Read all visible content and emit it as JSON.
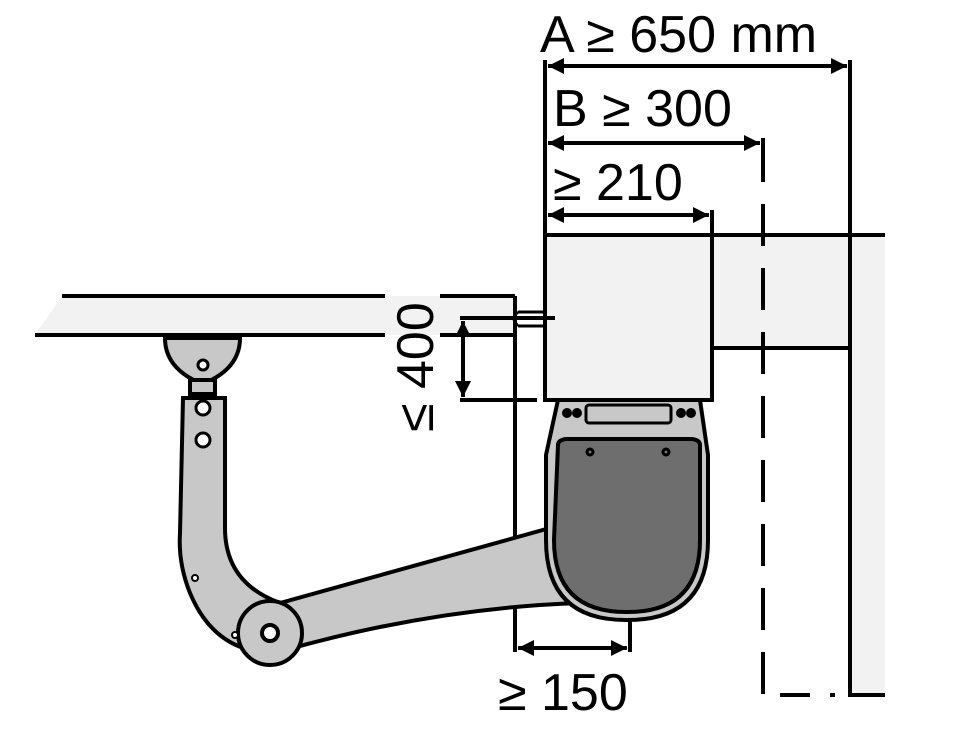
{
  "dimensions": {
    "a": "A ≥ 650 mm",
    "b": "B ≥ 300",
    "c": "≥ 210",
    "height": "≤ 400",
    "offset": "≥ 150"
  },
  "colors": {
    "wall": "#f2f2f2",
    "arm": "#c8c8c8",
    "motor_cover": "#6e6e6e",
    "line": "#000000"
  }
}
